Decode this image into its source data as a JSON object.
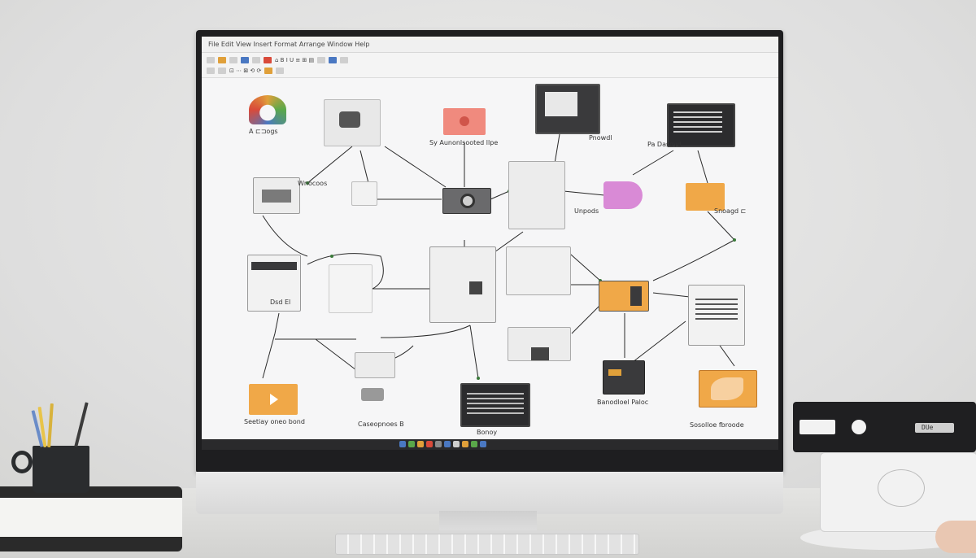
{
  "scene": {
    "description_free": true,
    "colors": {
      "accent_orange": "#f0a848",
      "accent_pink": "#f08a7e",
      "accent_magenta": "#d98ad6",
      "bezel": "#1e1e20",
      "screen_bg": "#f6f6f7"
    }
  },
  "app": {
    "menu_text": "File  Edit  View  Insert  Format  Arrange  Window  Help",
    "toolbar_row1": "⌂  B I U  ≡  ⊞  ▤",
    "toolbar_row2": "⊡  ⋯  ⊠  ⟲  ⟳"
  },
  "nodes": {
    "n_top_left_label": "A ⊏⊐ogs",
    "n_center_top_label": "Sy Aunonlsooted llpe",
    "n_left_mid_label": "Wnocoos",
    "n_top_right1_label": "Pnowdl",
    "n_top_right2_label": "Pa Dasovd",
    "n_magenta_label": "Unpods",
    "n_orange_right_label": "Snoagd ⊏",
    "n_left_doc_label": "Dsd El",
    "n_bottom_left_label": "Seetiay oneo bond",
    "n_bottom_mid_label": "Caseopnoes B",
    "n_bottom_center_label": "Bonoy",
    "n_bottom_right_label": "Sosolloe fbroode",
    "n_bottom_right2_label": "Banodloel Paloc"
  },
  "device": {
    "label": "DUe"
  }
}
